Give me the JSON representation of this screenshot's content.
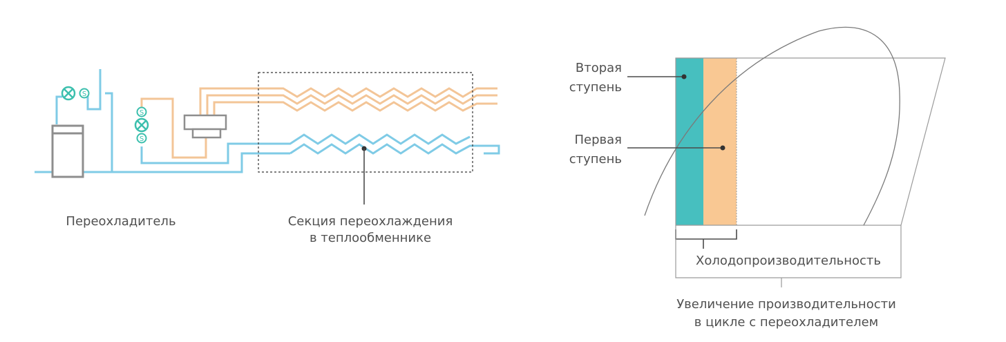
{
  "labels": {
    "subcooler": "Переохладитель",
    "section_line1": "Секция переохлаждения",
    "section_line2": "в теплообменнике",
    "second_stage_line1": "Вторая",
    "second_stage_line2": "ступень",
    "first_stage_line1": "Первая",
    "first_stage_line2": "ступень",
    "cooling_capacity": "Холодопроизводительность",
    "increase_line1": "Увеличение производительности",
    "increase_line2": "в цикле с переохладителем"
  },
  "valve_symbol": "S",
  "colors": {
    "blue_pipe": "#7fcbe6",
    "orange_pipe": "#f3c597",
    "teal_stage": "#47bfbf",
    "orange_stage": "#f9c893",
    "valve": "#3bbfad",
    "equipment": "#8e8e8e",
    "text": "#505050"
  },
  "icons": [
    "expansion-valve-icon",
    "solenoid-valve-icon",
    "subcooler-vessel-icon",
    "heat-exchanger-coil-icon"
  ]
}
